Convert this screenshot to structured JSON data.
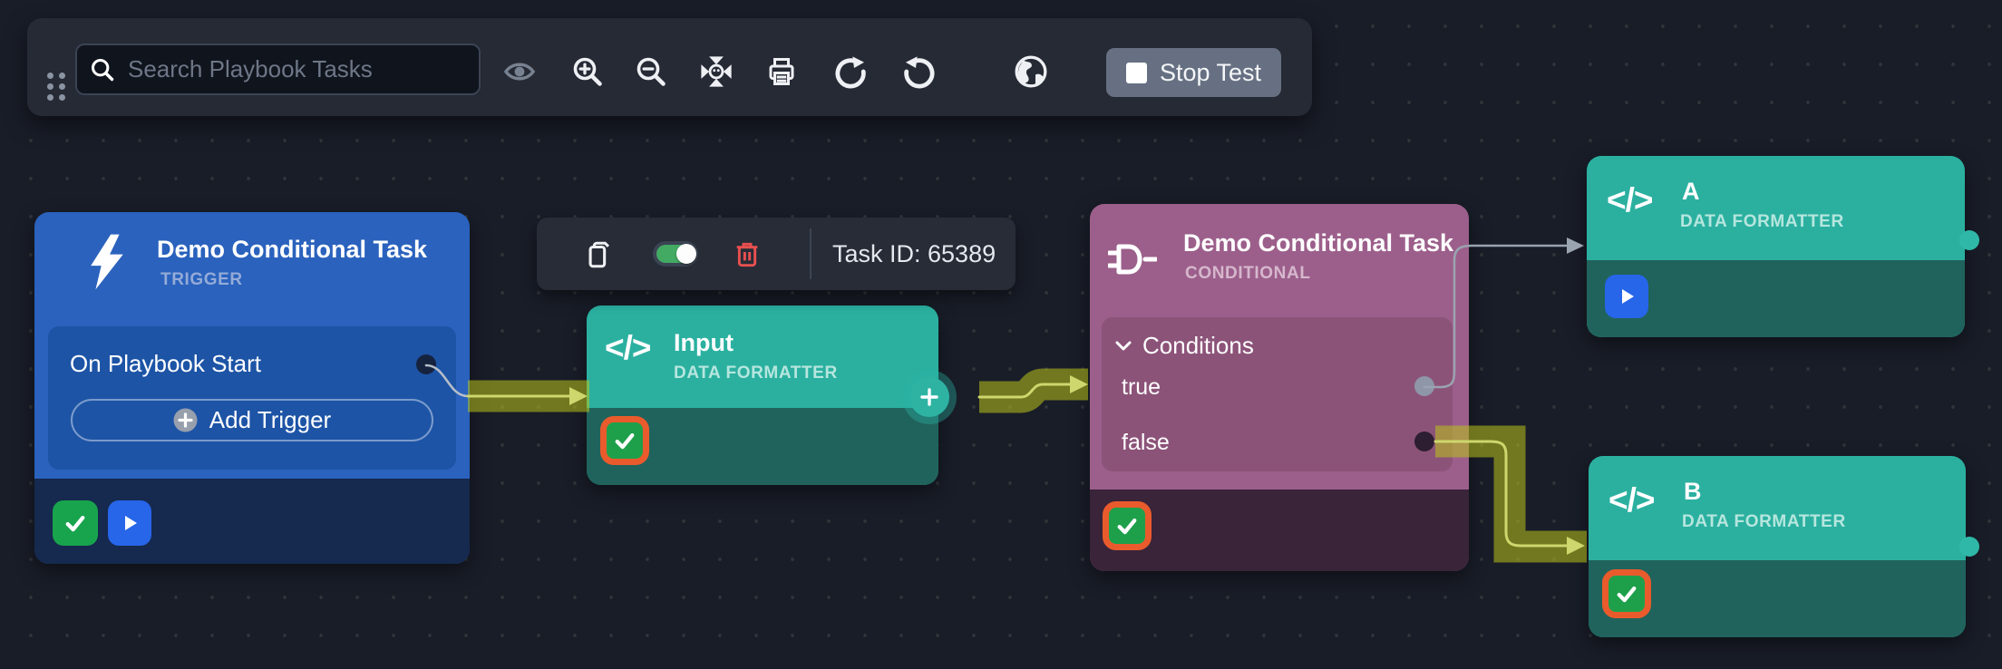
{
  "toolbar": {
    "search": {
      "placeholder": "Search Playbook Tasks"
    },
    "buttons": {
      "stop_test": "Stop Test"
    },
    "icon_names": [
      "drag-handle",
      "search",
      "visibility",
      "zoom-in",
      "zoom-out",
      "fit-to-screen",
      "print",
      "redo",
      "undo",
      "globe"
    ]
  },
  "task_toolbar": {
    "task_id": "Task ID: 65389",
    "icon_names": [
      "copy",
      "enable-toggle",
      "delete"
    ]
  },
  "nodes": {
    "trigger": {
      "title": "Demo Conditional Task",
      "type": "TRIGGER",
      "row": "On Playbook Start",
      "add_button": "Add Trigger"
    },
    "input": {
      "title": "Input",
      "type": "DATA FORMATTER"
    },
    "conditional": {
      "title": "Demo Conditional Task",
      "type": "CONDITIONAL",
      "section": "Conditions",
      "branch_true": "true",
      "branch_false": "false"
    },
    "node_a": {
      "title": "A",
      "type": "DATA FORMATTER"
    },
    "node_b": {
      "title": "B",
      "type": "DATA FORMATTER"
    }
  },
  "glyphs": {
    "code": "</>"
  },
  "colors": {
    "canvas_bg": "#191d28",
    "node_teal_header": "#2bb0a0",
    "node_teal_footer": "#20635c",
    "node_blue_header": "#2a62bd",
    "node_blue_footer": "#16294e",
    "node_blue_panel": "#1d54a6",
    "node_purple_header": "#9c5f8b",
    "node_purple_footer": "#3a2439",
    "node_purple_panel": "#8c5379",
    "success_green": "#1ea04b",
    "selection_orange": "#e95b2c",
    "run_blue": "#2765e9",
    "connector_olive": "#b9c31f",
    "connector_line": "#cdd76d",
    "connector_gray": "#9aa3b0",
    "danger_red": "#e8504f",
    "toggle_green": "#43aa64",
    "stop_button_gray": "#667082"
  }
}
